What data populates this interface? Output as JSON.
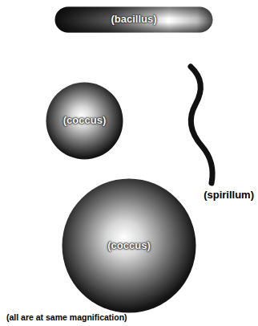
{
  "diagram": {
    "caption": "(all are at same magnification)",
    "nodes": [
      {
        "text": [
          "(bacillus)"
        ]
      },
      {
        "text": [
          "(coccus)"
        ]
      },
      {
        "text": [
          "(spirillum)"
        ]
      },
      {
        "text": [
          "(coccus)"
        ]
      }
    ]
  }
}
